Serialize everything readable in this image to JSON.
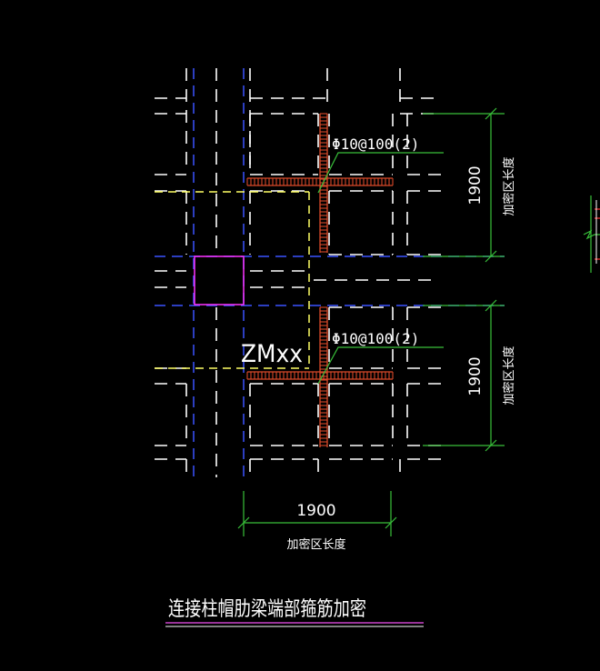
{
  "drawing": {
    "title": "连接柱帽肋梁端部箍筋加密",
    "column_label": "ZMxx",
    "rebar_upper": "Φ10@100(2)",
    "rebar_lower": "Φ10@100(2)",
    "dim_upper_value": "1900",
    "dim_upper_note": "加密区长度",
    "dim_lower_value": "1900",
    "dim_lower_note": "加密区长度",
    "dim_bottom_value": "1900",
    "dim_bottom_note": "加密区长度"
  },
  "colors": {
    "background": "#000000",
    "beam_outline": "#ffffff",
    "axis_blue": "#3a52ff",
    "cap_yellow": "#ffff66",
    "magenta": "#ff33ff",
    "rebar_red": "#d94a2a",
    "dimension_green": "#39c03a",
    "text_white": "#ffffff",
    "title_underline_magenta": "#cc44cc",
    "edge_red": "#ff3030"
  }
}
